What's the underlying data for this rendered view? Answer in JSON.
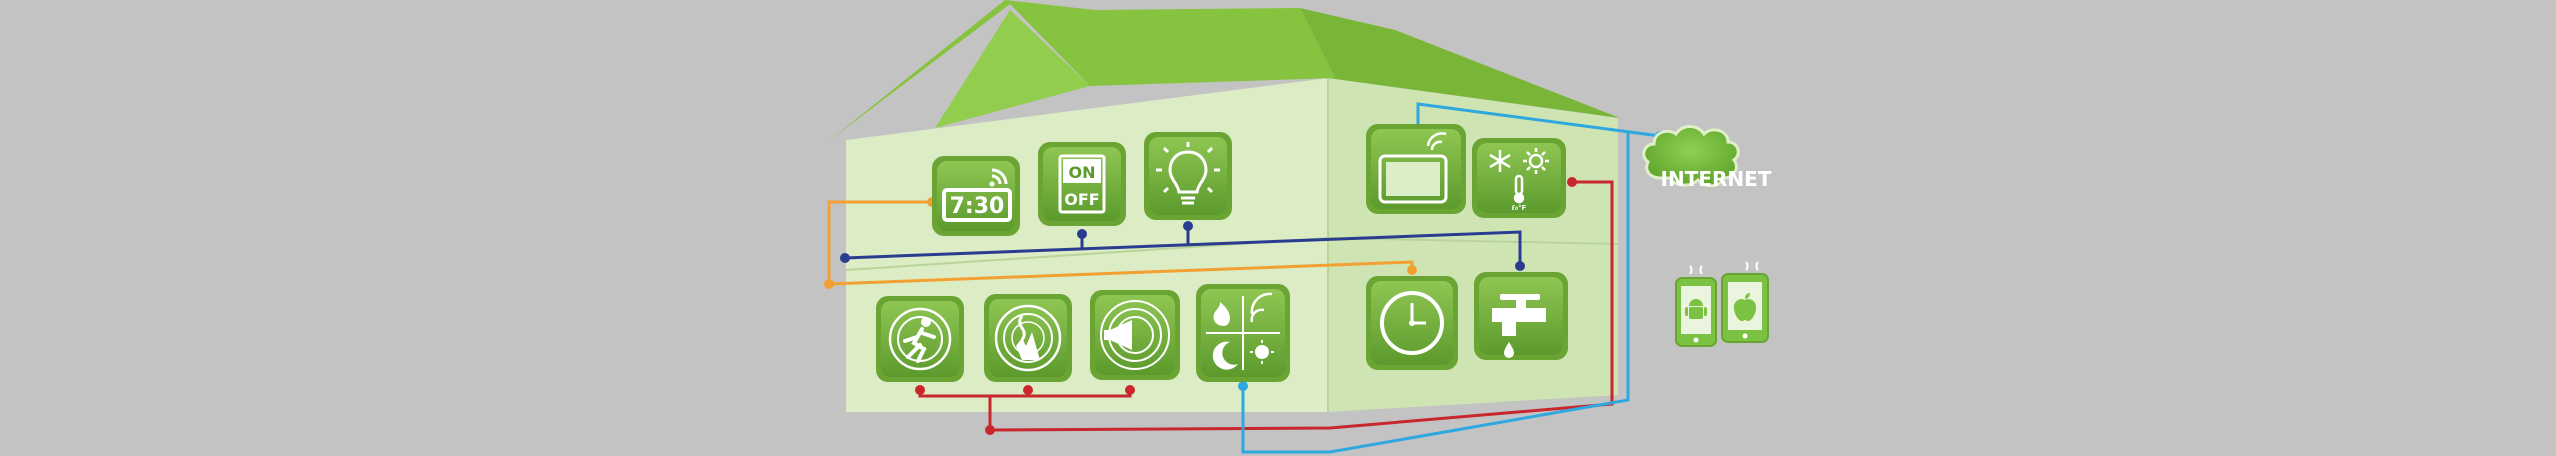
{
  "diagram": {
    "type": "smart-home-network",
    "colors": {
      "background": "#c3c3c3",
      "roof": "#86c440",
      "wall_light": "#dcecc4",
      "wall_shade": "#c9e0aa",
      "tile_outer": "#6aa533",
      "tile_inner": "#7cb342",
      "wire_navy": "#2a3c8f",
      "wire_orange": "#f3a033",
      "wire_red": "#c8282d",
      "wire_blue": "#2fa7df",
      "bubble": "#7cc242"
    },
    "clock_display": "7:30",
    "switch_on": "ON",
    "switch_off": "OFF",
    "internet_label": "INTERNET",
    "thermostat_readout": "ℓ₀°F",
    "devices": [
      {
        "id": "alarm-clock",
        "icon": "alarm-clock-icon",
        "row": "upper-left"
      },
      {
        "id": "power-switch",
        "icon": "on-off-switch-icon",
        "row": "upper-left"
      },
      {
        "id": "lighting",
        "icon": "light-bulb-icon",
        "row": "upper-left"
      },
      {
        "id": "tablet",
        "icon": "tablet-wifi-icon",
        "row": "upper-right"
      },
      {
        "id": "climate",
        "icon": "climate-control-icon",
        "row": "upper-right"
      },
      {
        "id": "motion-sensor",
        "icon": "motion-sensor-icon",
        "row": "lower-left"
      },
      {
        "id": "fire-sensor",
        "icon": "fire-sensor-icon",
        "row": "lower-left"
      },
      {
        "id": "siren",
        "icon": "siren-icon",
        "row": "lower-left"
      },
      {
        "id": "environment",
        "icon": "environment-sensor-icon",
        "row": "lower-left"
      },
      {
        "id": "timer",
        "icon": "clock-icon",
        "row": "lower-right"
      },
      {
        "id": "water-valve",
        "icon": "water-faucet-icon",
        "row": "lower-right"
      }
    ],
    "phones": [
      {
        "id": "android-phone",
        "icon": "android-icon"
      },
      {
        "id": "apple-phone",
        "icon": "apple-icon"
      }
    ]
  }
}
